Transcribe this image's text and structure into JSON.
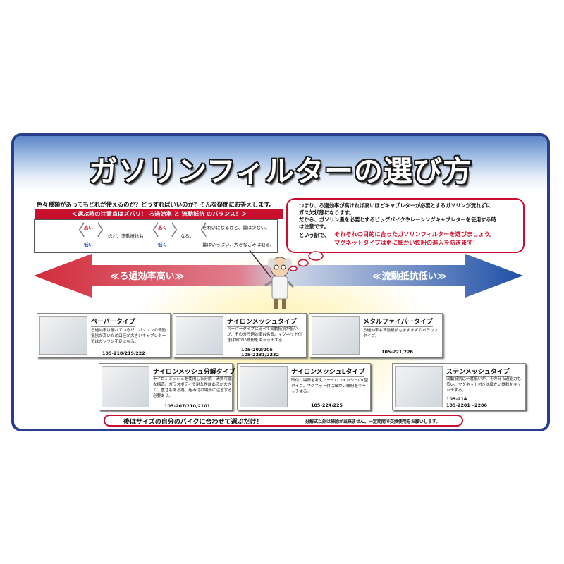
{
  "title": "ガソリンフィルターの選び方",
  "intro": "色々種類があってもどれが使えるのか？どうすればいいのか？そんな疑問にお答えします。",
  "notice_bar": "＜選ぶ時の注意点はズバリ！ ろ過効率 と 流動抵抗 のバランス！＞",
  "scale": {
    "high": "高い",
    "low": "低い",
    "mid1": "ほど、流動抵抗も",
    "high2": "高く",
    "low2": "低く",
    "mid2": "なる。",
    "result_high": "きれいになるけど、量は少ない。",
    "result_low": "量はいっぱい、大きなごみは取る。"
  },
  "bubble": {
    "line1": "つまり、ろ過効率が高ければ高いほどキャブレターが必要とするガソリンが流れずに",
    "line2": "ガス欠状態になります。",
    "line3": "だから、ガソリン量を必要とするビッグバイクやレーシングキャブレターを使用する時",
    "line4": "は注意です。",
    "line5": "という訳で、",
    "goal1": "それぞれの目的に合ったガソリンフィルターを選びましょう。",
    "goal2": "マグネットタイプは更に細かい鉄粉の進入を防ぎます！"
  },
  "arrows": {
    "left": "≪ろ過効率高い≫",
    "right": "≪流動抵抗低い≫"
  },
  "cards": [
    {
      "title": "ペーパータイプ",
      "desc": "ろ過効率は優れているが、ガソリンの流動抵抗が高いため口径が大きいキャブレターではガソリン不足になる。",
      "nums": "105-218/219/222"
    },
    {
      "title": "ナイロンメッシュタイプ",
      "desc": "ペーパータイプに比べて流動抵抗が低いが、その分ろ過効率は劣る。マグネット付きは細かい鉄粉をキャッチする。",
      "nums": "105-202/205",
      "nums2": "105-2231/2232"
    },
    {
      "title": "メタルファイバータイプ",
      "desc": "ろ過効率も流動抵抗もまずまずのバランスタイプ。",
      "nums": "105-221/226"
    },
    {
      "title": "ナイロンメッシュ分解タイプ",
      "desc": "ナイロンメッシュを使用した分解・清掃可能な構造。ガラスボディで耐久性はあるが大きく、重さもある為、組み付け場所に注意する必要あり。",
      "nums": "105-207/210/2101"
    },
    {
      "title": "ナイロンメッシュLタイプ",
      "desc": "取付け場所を考えたナイロンメッシュのL型タイプ。マグネット付は細かい鉄粉をキャッチする。",
      "nums": "105-224/225"
    },
    {
      "title": "ステンメッシュタイプ",
      "desc": "流動抵抗は一番低いが、その分ろ過能力も低い。マグネット付きは細かい鉄粉をキャッチする。",
      "nums": "105-214",
      "nums2": "105-2201～2206"
    }
  ],
  "bottom": {
    "main": "後はサイズの自分のバイクに合わせて選ぶだけ！",
    "note": "分解式以外は掃除が出来ません。一定期間で交換使用をお願いします。"
  },
  "colors": {
    "frame": "#2a3f8c",
    "red": "#c8102e",
    "arrow_left": "#d22b3a",
    "arrow_right": "#1e4fa6"
  }
}
